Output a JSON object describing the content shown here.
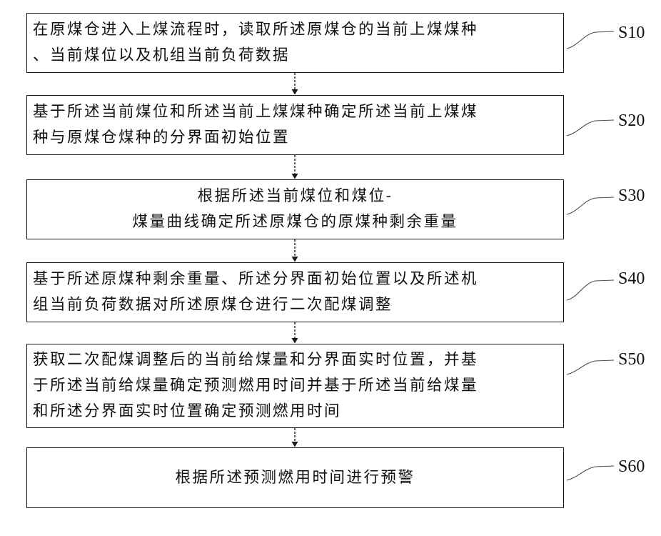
{
  "steps": [
    {
      "id": "s10",
      "label": "S10",
      "lines": [
        "在原煤仓进入上煤流程时，读取所述原煤仓的当前上煤煤种",
        "、当前煤位以及机组当前负荷数据"
      ]
    },
    {
      "id": "s20",
      "label": "S20",
      "lines": [
        "基于所述当前煤位和所述当前上煤煤种确定所述当前上煤煤",
        "种与原煤仓煤种的分界面初始位置"
      ]
    },
    {
      "id": "s30",
      "label": "S30",
      "lines": [
        "根据所述当前煤位和煤位-",
        "煤量曲线确定所述原煤仓的原煤种剩余重量"
      ]
    },
    {
      "id": "s40",
      "label": "S40",
      "lines": [
        "基于所述原煤种剩余重量、所述分界面初始位置以及所述机",
        "组当前负荷数据对所述原煤仓进行二次配煤调整"
      ]
    },
    {
      "id": "s50",
      "label": "S50",
      "lines": [
        "获取二次配煤调整后的当前给煤量和分界面实时位置，并基",
        "于所述当前给煤量确定预测燃用时间并基于所述当前给煤量",
        "和所述分界面实时位置确定预测燃用时间"
      ]
    },
    {
      "id": "s60",
      "label": "S60",
      "lines": [
        "根据所述预测燃用时间进行预警"
      ]
    }
  ]
}
